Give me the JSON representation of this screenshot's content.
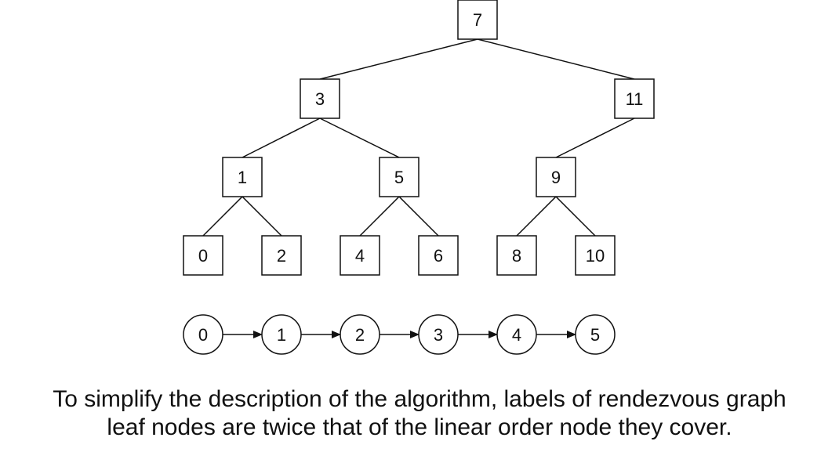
{
  "tree": {
    "nodes": [
      {
        "id": "n7",
        "label": "7",
        "parent": null
      },
      {
        "id": "n3",
        "label": "3",
        "parent": "n7"
      },
      {
        "id": "n11",
        "label": "11",
        "parent": "n7"
      },
      {
        "id": "n1",
        "label": "1",
        "parent": "n3"
      },
      {
        "id": "n5",
        "label": "5",
        "parent": "n3"
      },
      {
        "id": "n9",
        "label": "9",
        "parent": "n11"
      },
      {
        "id": "n0",
        "label": "0",
        "parent": "n1"
      },
      {
        "id": "n2",
        "label": "2",
        "parent": "n1"
      },
      {
        "id": "n4",
        "label": "4",
        "parent": "n5"
      },
      {
        "id": "n6",
        "label": "6",
        "parent": "n5"
      },
      {
        "id": "n8",
        "label": "8",
        "parent": "n9"
      },
      {
        "id": "n10",
        "label": "10",
        "parent": "n9"
      }
    ]
  },
  "linear_order": {
    "nodes": [
      "0",
      "1",
      "2",
      "3",
      "4",
      "5"
    ]
  },
  "caption": {
    "line1": "To simplify the description of the algorithm, labels of rendezvous graph",
    "line2": "leaf nodes are twice that of the linear order node they cover."
  }
}
